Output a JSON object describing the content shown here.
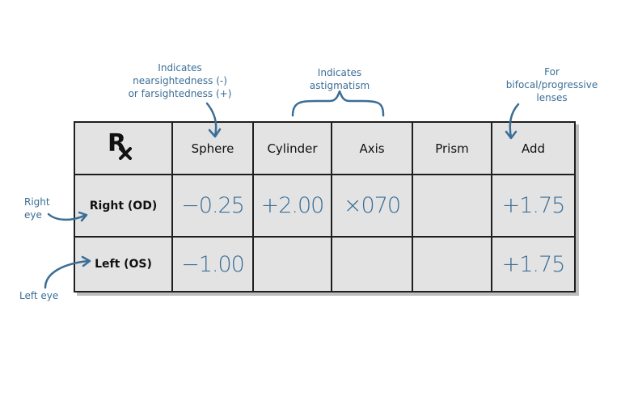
{
  "annotations": {
    "sphere_note": [
      "Indicates",
      "nearsightedness (-)",
      "or farsightedness (+)"
    ],
    "cylinder_axis_note": [
      "Indicates",
      "astigmatism"
    ],
    "add_note": [
      "For",
      "bifocal/progressive",
      "lenses"
    ],
    "right_eye_note": [
      "Right",
      "eye"
    ],
    "left_eye_note": "Left eye"
  },
  "table": {
    "rx_symbol": "R",
    "headers": [
      "Sphere",
      "Cylinder",
      "Axis",
      "Prism",
      "Add"
    ],
    "rows": [
      {
        "label": "Right (OD)",
        "sphere": "−0.25",
        "cylinder": "+2.00",
        "axis": "×070",
        "prism": "",
        "add": "+1.75"
      },
      {
        "label": "Left (OS)",
        "sphere": "−1.00",
        "cylinder": "",
        "axis": "",
        "prism": "",
        "add": "+1.75"
      }
    ]
  },
  "colors": {
    "annotation": "#3b6e96",
    "cell_background": "#e3e3e3",
    "grid": "#1f1f1f"
  }
}
